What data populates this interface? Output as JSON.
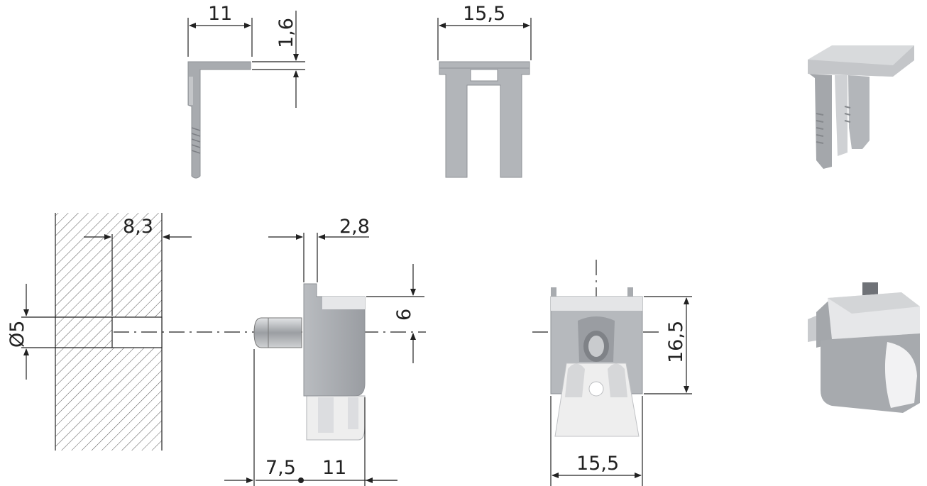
{
  "dimensions": {
    "top_side_width": "11",
    "top_side_thickness": "1,6",
    "top_front_width": "15,5",
    "bore_depth": "8,3",
    "bore_diameter": "Ø5",
    "pin_offset": "2,8",
    "pin_height": "6",
    "pin_length": "7,5",
    "body_depth": "11",
    "front_width": "15,5",
    "front_height": "16,5"
  },
  "colors": {
    "line": "#222222",
    "part_grey": "#a3a6aa",
    "part_light": "#d9dbdd",
    "insert_white": "#eeeeee",
    "hatch": "#555555"
  }
}
